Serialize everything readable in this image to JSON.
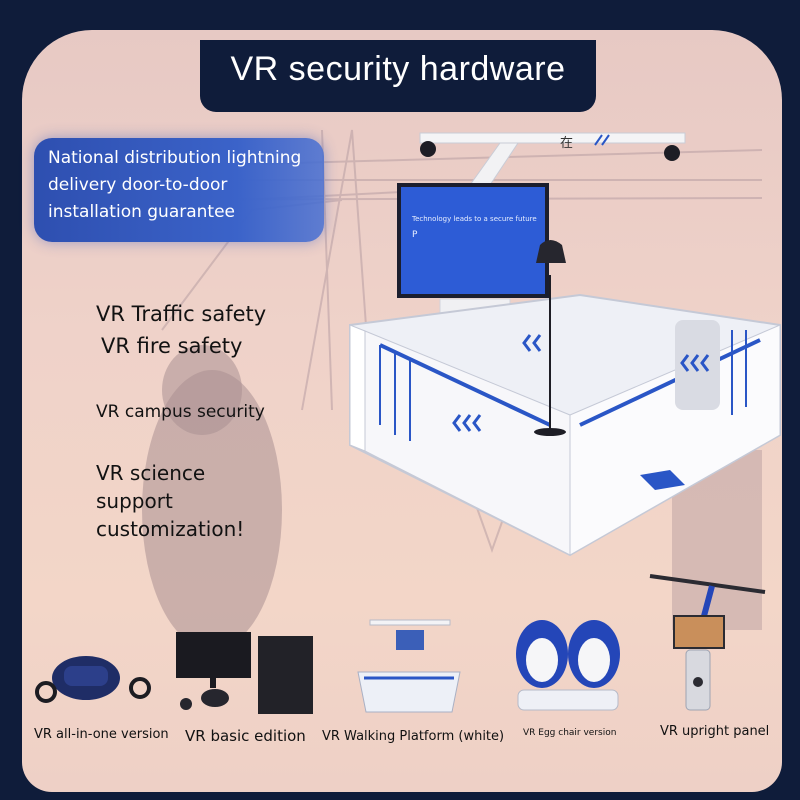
{
  "title": "VR security hardware",
  "promo": {
    "line1": "National distribution lightning",
    "line2": "delivery door-to-door",
    "line3": "installation guarantee"
  },
  "features": [
    "VR Traffic safety",
    "VR fire safety",
    "VR campus security",
    "VR science",
    "support",
    "customization!"
  ],
  "screen": {
    "headline": "Technology leads to a secure future",
    "letter": "P",
    "rig_char": "在"
  },
  "products": [
    {
      "name": "VR all-in-one version"
    },
    {
      "name": "VR basic edition"
    },
    {
      "name": "VR Walking Platform (white)"
    },
    {
      "name": "VR Egg chair version"
    },
    {
      "name": "VR upright panel"
    }
  ],
  "colors": {
    "accent_blue": "#2a56c6",
    "page_navy": "#0f1c3a",
    "card_peach": "#f0d3c8"
  }
}
